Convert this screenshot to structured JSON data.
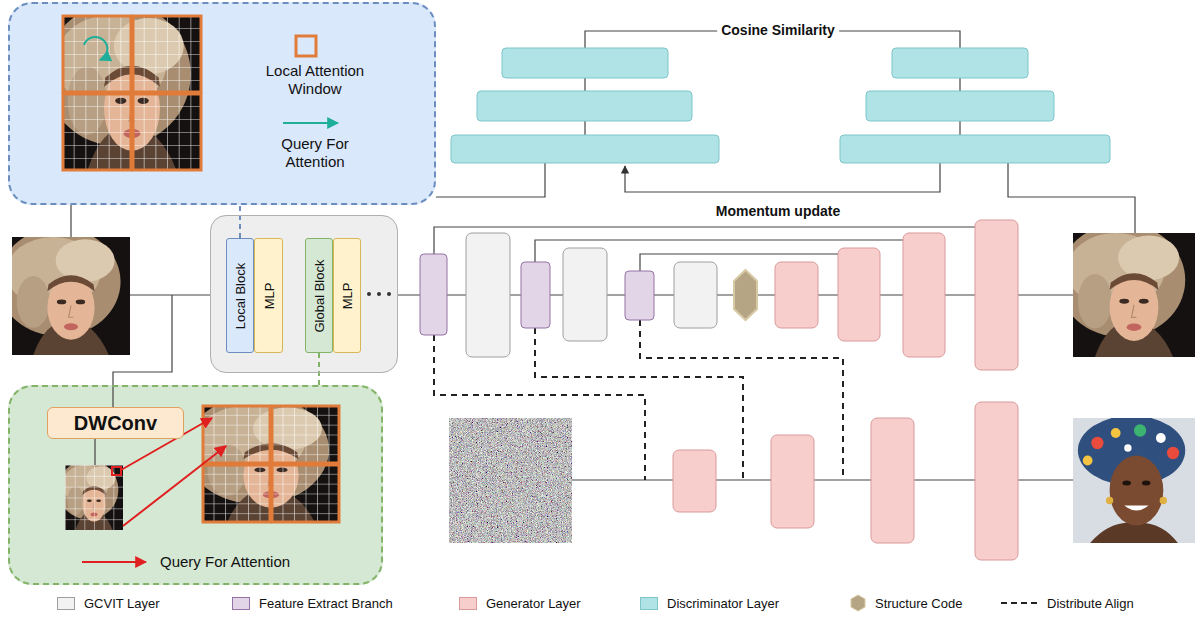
{
  "diagram": {
    "nodes": [
      {
        "text": [
          "Local Attention Window",
          "Query For Attention"
        ]
      },
      {
        "text": []
      },
      {
        "text": [
          "Local Block"
        ],
        "in": 1
      },
      {
        "text": [
          "MLP"
        ],
        "in": 1
      },
      {
        "text": [
          "Global Block"
        ],
        "in": 1
      },
      {
        "text": [
          "MLP"
        ],
        "in": 1
      },
      {
        "text": [
          "Query For Attention"
        ]
      },
      {
        "text": [
          "DWConv"
        ],
        "in": 6
      }
    ],
    "edges": [
      {
        "from": 2,
        "to": 0,
        "arrow": "none"
      },
      {
        "from": 4,
        "to": 6,
        "arrow": "none"
      }
    ],
    "labels": [
      "Cosine Similarity",
      "Momentum update"
    ],
    "legend": [
      {
        "text": "GCVIT Layer",
        "color": "#f2f2f2"
      },
      {
        "text": "Feature Extract Branch",
        "color": "#e1d5e7"
      },
      {
        "text": "Generator Layer",
        "color": "#f8cecc"
      },
      {
        "text": "Discriminator Layer",
        "color": "#b0e3e6"
      },
      {
        "text": "Structure Code"
      },
      {
        "text": "Distribute Align"
      }
    ]
  }
}
